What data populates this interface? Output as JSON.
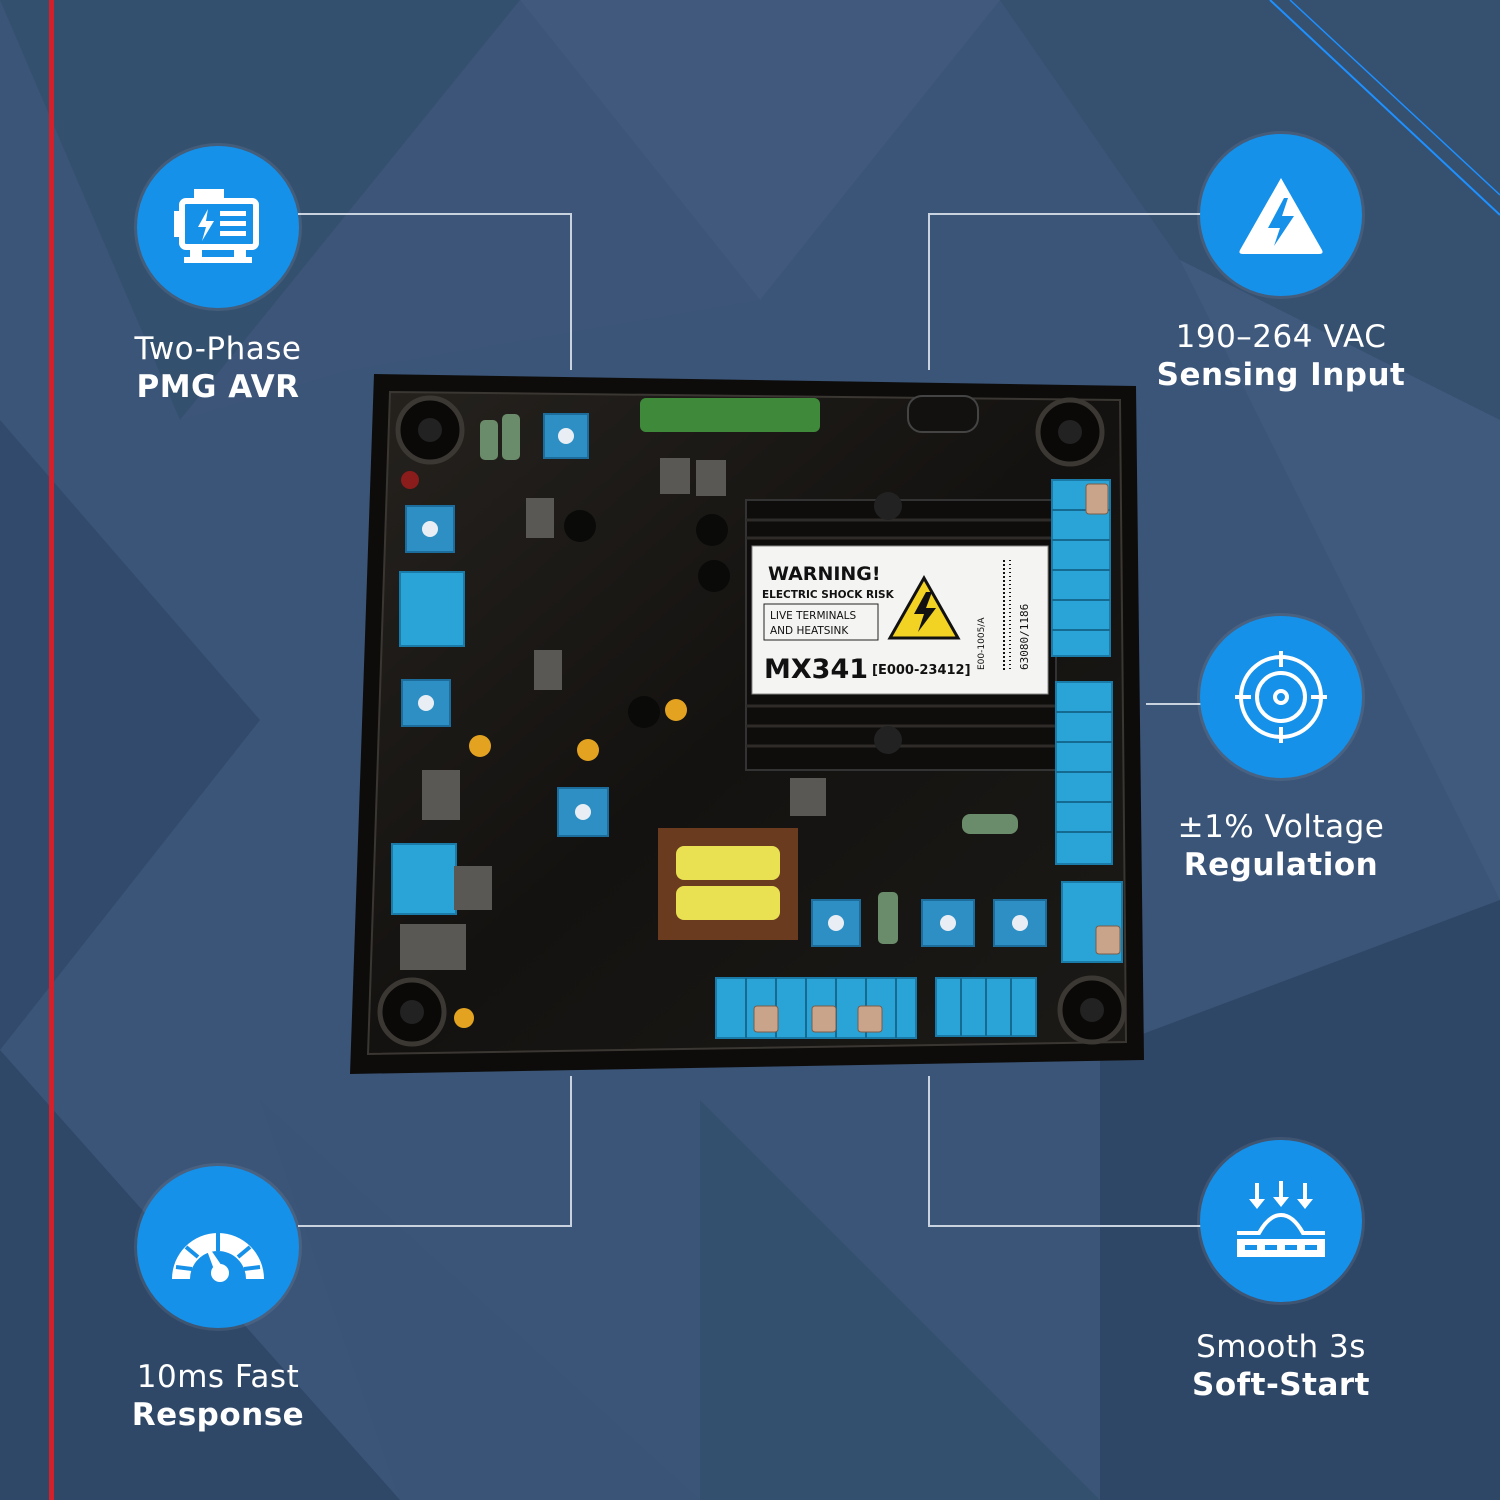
{
  "features": [
    {
      "id": "pmg",
      "icon": "generator-icon",
      "line1": "Two-Phase",
      "line2": "PMG AVR"
    },
    {
      "id": "sensing",
      "icon": "high-voltage-warning-icon",
      "line1": "190–264 VAC",
      "line2": "Sensing Input"
    },
    {
      "id": "regulation",
      "icon": "target-icon",
      "line1": "±1% Voltage",
      "line2": "Regulation"
    },
    {
      "id": "response",
      "icon": "speedometer-icon",
      "line1": "10ms Fast",
      "line2": "Response"
    },
    {
      "id": "softstart",
      "icon": "soft-start-pressure-icon",
      "line1": "Smooth 3s",
      "line2": "Soft-Start"
    }
  ],
  "product": {
    "label": {
      "warning": "WARNING!",
      "shock": "ELECTRIC SHOCK RISK",
      "live1": "LIVE TERMINALS",
      "live2": "AND HEATSINK",
      "model": "MX341",
      "code": "[E000-23412]",
      "side1": "E00-1005/A",
      "side2": "63080/1186"
    }
  },
  "colors": {
    "accent": "#1591ea",
    "background": "#3b5578",
    "stripe": "#d4202a",
    "board": "#15120f",
    "terminal": "#2aa4d6"
  }
}
